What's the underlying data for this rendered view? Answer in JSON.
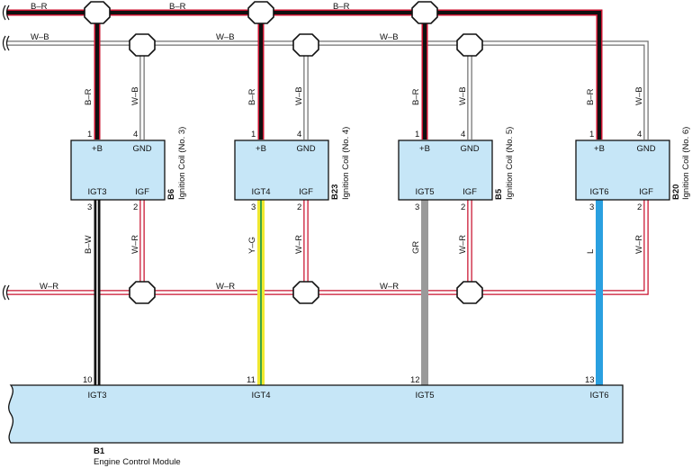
{
  "colors": {
    "b_r_outer": "#c8102e",
    "w_b_outer": "#707070",
    "w_r_outer": "#c8102e",
    "b_w": "#111111",
    "y_g_fill": "#f0e830",
    "y_g_stripe": "#3aa34a",
    "gr": "#9a9a9a",
    "l": "#2aa0e0",
    "box_fill": "#c6e6f7",
    "box_stroke": "#111111"
  },
  "wires": {
    "b_r": "B–R",
    "w_b": "W–B",
    "w_r": "W–R",
    "b_w": "B–W",
    "y_g": "Y–G",
    "gr": "GR",
    "l": "L"
  },
  "coils": [
    {
      "code": "B6",
      "name": "Ignition Coil (No. 3)",
      "plus_label": "+B",
      "gnd_label": "GND",
      "igt_label": "IGT3",
      "igf_label": "IGF",
      "plus_pin": "1",
      "gnd_pin": "4",
      "igt_pin": "3",
      "igf_pin": "2",
      "plus_wire": "B–R",
      "gnd_wire": "W–B",
      "igt_wire": "B–W",
      "igf_wire": "W–R"
    },
    {
      "code": "B23",
      "name": "Ignition Coil (No. 4)",
      "plus_label": "+B",
      "gnd_label": "GND",
      "igt_label": "IGT4",
      "igf_label": "IGF",
      "plus_pin": "1",
      "gnd_pin": "4",
      "igt_pin": "3",
      "igf_pin": "2",
      "plus_wire": "B–R",
      "gnd_wire": "W–B",
      "igt_wire": "Y–G",
      "igf_wire": "W–R"
    },
    {
      "code": "B5",
      "name": "Ignition Coil (No. 5)",
      "plus_label": "+B",
      "gnd_label": "GND",
      "igt_label": "IGT5",
      "igf_label": "IGF",
      "plus_pin": "1",
      "gnd_pin": "4",
      "igt_pin": "3",
      "igf_pin": "2",
      "plus_wire": "B–R",
      "gnd_wire": "W–B",
      "igt_wire": "GR",
      "igf_wire": "W–R"
    },
    {
      "code": "B20",
      "name": "Ignition Coil (No. 6)",
      "plus_label": "+B",
      "gnd_label": "GND",
      "igt_label": "IGT6",
      "igf_label": "IGF",
      "plus_pin": "1",
      "gnd_pin": "4",
      "igt_pin": "3",
      "igf_pin": "2",
      "plus_wire": "B–R",
      "gnd_wire": "W–B",
      "igt_wire": "L",
      "igf_wire": "W–R"
    }
  ],
  "ecm": {
    "code": "B1",
    "name": "Engine Control Module",
    "pins": [
      {
        "pin": "10",
        "label": "IGT3"
      },
      {
        "pin": "11",
        "label": "IGT4"
      },
      {
        "pin": "12",
        "label": "IGT5"
      },
      {
        "pin": "13",
        "label": "IGT6"
      }
    ]
  }
}
